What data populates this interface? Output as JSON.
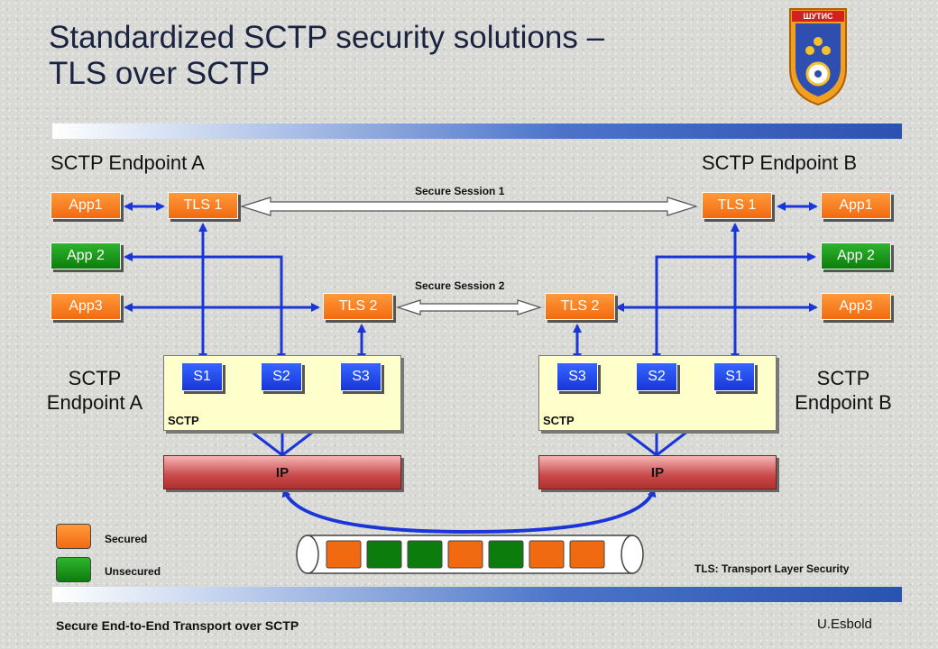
{
  "title": {
    "line1": "Standardized  SCTP security solutions –",
    "line2": "TLS over SCTP"
  },
  "logo": {
    "text": "ШУТИС"
  },
  "labels": {
    "endpoint_a_top": "SCTP Endpoint A",
    "endpoint_b_top": "SCTP Endpoint B",
    "endpoint_a_side_1": "SCTP",
    "endpoint_a_side_2": "Endpoint A",
    "endpoint_b_side_1": "SCTP",
    "endpoint_b_side_2": "Endpoint B",
    "session1": "Secure Session 1",
    "session2": "Secure Session 2",
    "sctp": "SCTP",
    "ip": "IP"
  },
  "left": {
    "app1": "App1",
    "app2": "App 2",
    "app3": "App3",
    "tls1": "TLS 1",
    "tls2": "TLS 2",
    "s1": "S1",
    "s2": "S2",
    "s3": "S3"
  },
  "right": {
    "app1": "App1",
    "app2": "App 2",
    "app3": "App3",
    "tls1": "TLS 1",
    "tls2": "TLS 2",
    "s1": "S1",
    "s2": "S2",
    "s3": "S3"
  },
  "legend": {
    "secured": "Secured",
    "unsecured": "Unsecured"
  },
  "note": "TLS: Transport Layer Security",
  "footer": "Secure End-to-End Transport over SCTP",
  "author": "U.Esbold",
  "colors": {
    "secured": "#f26a10",
    "unsecured": "#0c7d0c",
    "stream": "#1a36d9",
    "line": "#1a36d9"
  },
  "packets": [
    "secured",
    "unsecured",
    "unsecured",
    "secured",
    "unsecured",
    "secured",
    "secured"
  ]
}
